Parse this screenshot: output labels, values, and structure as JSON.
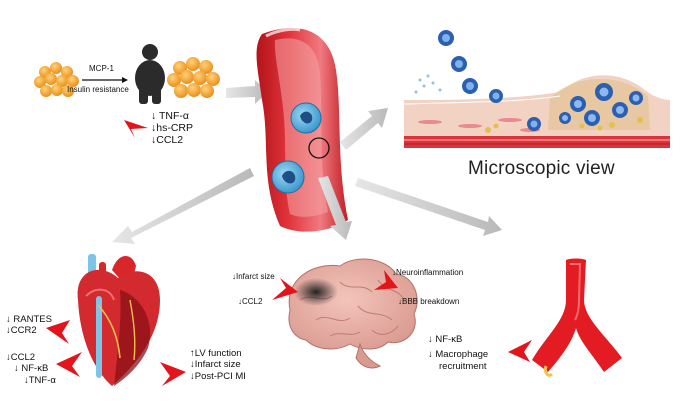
{
  "obesity": {
    "mcp1": "MCP-1",
    "insulin_resistance": "Insulin resistance",
    "markers": [
      "↓ TNF-α",
      "↓hs-CRP",
      "↓CCL2"
    ]
  },
  "vessel": {
    "microscopic_view": "Microscopic view"
  },
  "heart": {
    "left_top": [
      "↓ RANTES",
      "↓CCR2"
    ],
    "left_bottom": [
      "↓CCL2",
      "↓ NF-κB",
      "↓TNF-α"
    ],
    "right": [
      "↑LV function",
      "↓Infarct size",
      "↓Post-PCI MI"
    ]
  },
  "brain": {
    "left": [
      "↓Infarct size",
      "↓CCL2"
    ],
    "right": [
      "↓Neuroinflammation",
      "↓BBB breakdown"
    ]
  },
  "artery": {
    "labels": [
      "↓ NF-κB",
      "↓ Macrophage",
      "recruitment"
    ]
  },
  "colors": {
    "red_arrow": "#e3141b",
    "vessel_red": "#d8262b",
    "fat_orange": "#f5a623",
    "grey_arrow": "#cfcfcf"
  }
}
